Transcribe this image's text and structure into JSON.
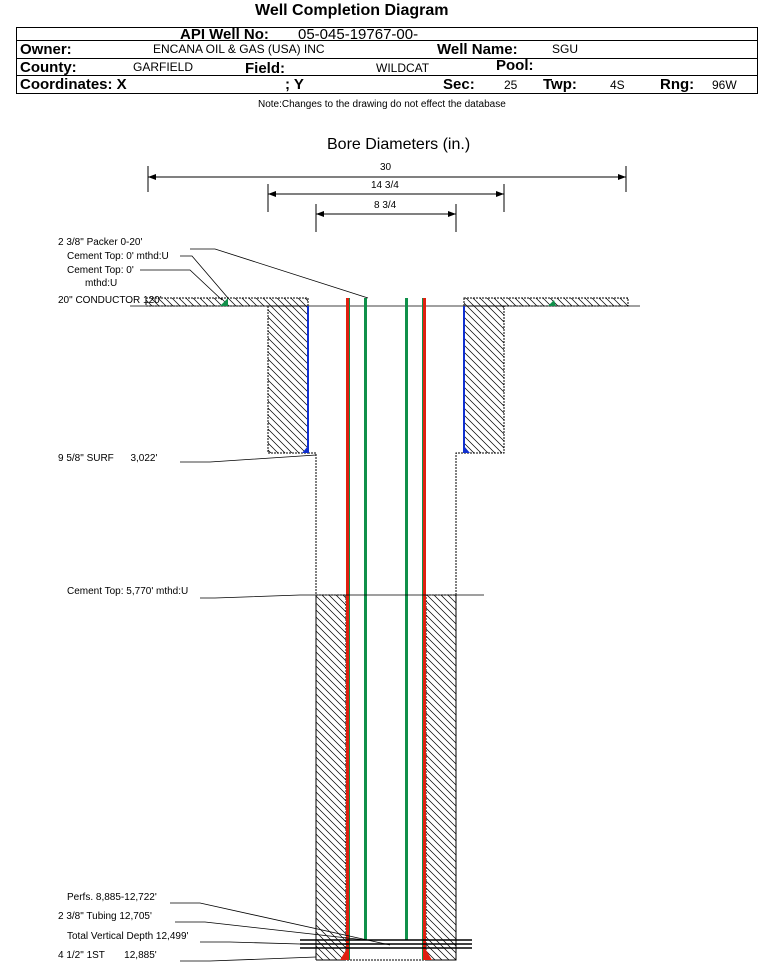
{
  "title": "Well Completion Diagram",
  "header": {
    "api_label": "API Well No:",
    "api_value": "05-045-19767-00-",
    "owner_label": "Owner:",
    "owner_value": "ENCANA OIL & GAS (USA) INC",
    "well_name_label": "Well Name:",
    "well_name_value": "SGU",
    "county_label": "County:",
    "county_value": "GARFIELD",
    "field_label": "Field:",
    "field_value": "WILDCAT",
    "pool_label": "Pool:",
    "coord_x_label": "Coordinates: X",
    "coord_y_label": "; Y",
    "sec_label": "Sec:",
    "sec_value": "25",
    "twp_label": "Twp:",
    "twp_value": "4S",
    "rng_label": "Rng:",
    "rng_value": "96W"
  },
  "note": "Note:Changes to the drawing do not effect the database",
  "diagram": {
    "bore_title": "Bore Diameters (in.)",
    "bores": [
      "30",
      "14 3/4",
      "8 3/4"
    ],
    "labels": {
      "packer": "2 3/8\" Packer 0-20'",
      "cement_top_1": "Cement Top: 0' mthd:U",
      "cement_top_2a": "Cement Top: 0'",
      "cement_top_2b": "mthd:U",
      "conductor": "20\" CONDUCTOR  120'",
      "surf": "9 5/8\" SURF      3,022'",
      "cement_top_3": "Cement Top: 5,770' mthd:U",
      "perfs": "Perfs. 8,885-12,722'",
      "tubing": "2 3/8\" Tubing 12,705'",
      "tvd": "Total Vertical Depth 12,499'",
      "production": "4 1/2\" 1ST       12,885'"
    },
    "colors": {
      "casing": "#e02010",
      "tubing": "#10904a",
      "surface_casing": "#1030d0"
    }
  }
}
